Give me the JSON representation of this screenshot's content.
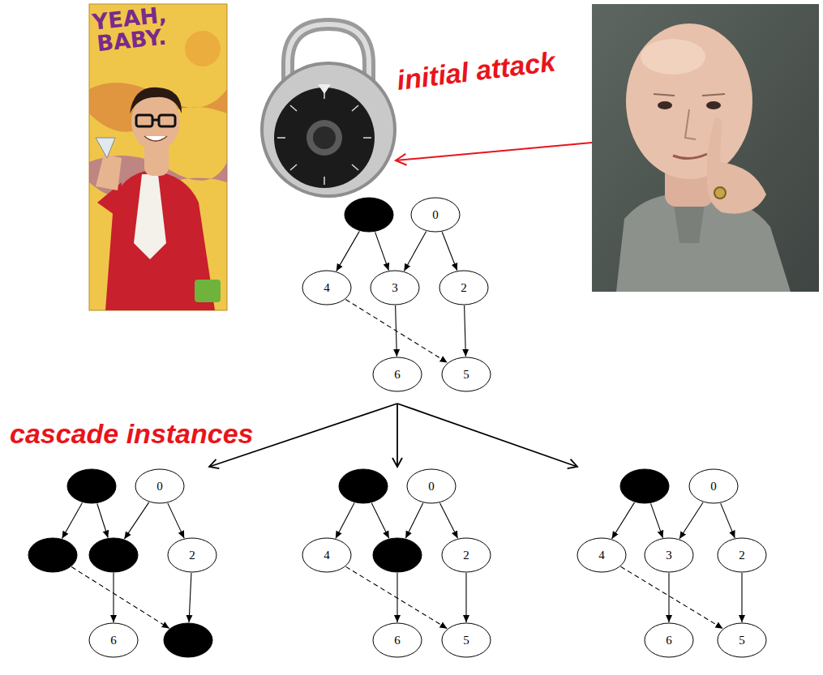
{
  "diagram": {
    "nodes": [
      {
        "text": []
      },
      {
        "text": [
          "0"
        ]
      },
      {
        "text": [
          "4"
        ]
      },
      {
        "text": [
          "3"
        ]
      },
      {
        "text": [
          "2"
        ]
      },
      {
        "text": [
          "6"
        ]
      },
      {
        "text": [
          "5"
        ]
      },
      {
        "text": []
      },
      {
        "text": [
          "0"
        ]
      },
      {
        "text": []
      },
      {
        "text": []
      },
      {
        "text": [
          "2"
        ]
      },
      {
        "text": [
          "6"
        ]
      },
      {
        "text": []
      },
      {
        "text": []
      },
      {
        "text": [
          "0"
        ]
      },
      {
        "text": [
          "4"
        ]
      },
      {
        "text": []
      },
      {
        "text": [
          "2"
        ]
      },
      {
        "text": [
          "6"
        ]
      },
      {
        "text": [
          "5"
        ]
      },
      {
        "text": []
      },
      {
        "text": [
          "0"
        ]
      },
      {
        "text": [
          "4"
        ]
      },
      {
        "text": [
          "3"
        ]
      },
      {
        "text": [
          "2"
        ]
      },
      {
        "text": [
          "6"
        ]
      },
      {
        "text": [
          "5"
        ]
      }
    ],
    "edges": [
      {
        "from": 0,
        "to": 2,
        "arrow": "to"
      },
      {
        "from": 0,
        "to": 3,
        "arrow": "to"
      },
      {
        "from": 1,
        "to": 3,
        "arrow": "to"
      },
      {
        "from": 1,
        "to": 4,
        "arrow": "to"
      },
      {
        "from": 3,
        "to": 5,
        "arrow": "to"
      },
      {
        "from": 4,
        "to": 6,
        "arrow": "to"
      },
      {
        "from": 2,
        "to": 6,
        "arrow": "to"
      },
      {
        "from": 7,
        "to": 9,
        "arrow": "to"
      },
      {
        "from": 7,
        "to": 10,
        "arrow": "to"
      },
      {
        "from": 8,
        "to": 10,
        "arrow": "to"
      },
      {
        "from": 8,
        "to": 11,
        "arrow": "to"
      },
      {
        "from": 10,
        "to": 12,
        "arrow": "to"
      },
      {
        "from": 11,
        "to": 13,
        "arrow": "to"
      },
      {
        "from": 9,
        "to": 13,
        "arrow": "to"
      },
      {
        "from": 14,
        "to": 16,
        "arrow": "to"
      },
      {
        "from": 14,
        "to": 17,
        "arrow": "to"
      },
      {
        "from": 15,
        "to": 17,
        "arrow": "to"
      },
      {
        "from": 15,
        "to": 18,
        "arrow": "to"
      },
      {
        "from": 17,
        "to": 19,
        "arrow": "to"
      },
      {
        "from": 18,
        "to": 20,
        "arrow": "to"
      },
      {
        "from": 16,
        "to": 20,
        "arrow": "to"
      },
      {
        "from": 21,
        "to": 23,
        "arrow": "to"
      },
      {
        "from": 21,
        "to": 24,
        "arrow": "to"
      },
      {
        "from": 22,
        "to": 24,
        "arrow": "to"
      },
      {
        "from": 22,
        "to": 25,
        "arrow": "to"
      },
      {
        "from": 24,
        "to": 26,
        "arrow": "to"
      },
      {
        "from": 25,
        "to": 27,
        "arrow": "to"
      },
      {
        "from": 23,
        "to": 27,
        "arrow": "to"
      }
    ],
    "labels": [
      "initial attack",
      "cascade instances",
      "YEAH, BABY."
    ]
  }
}
